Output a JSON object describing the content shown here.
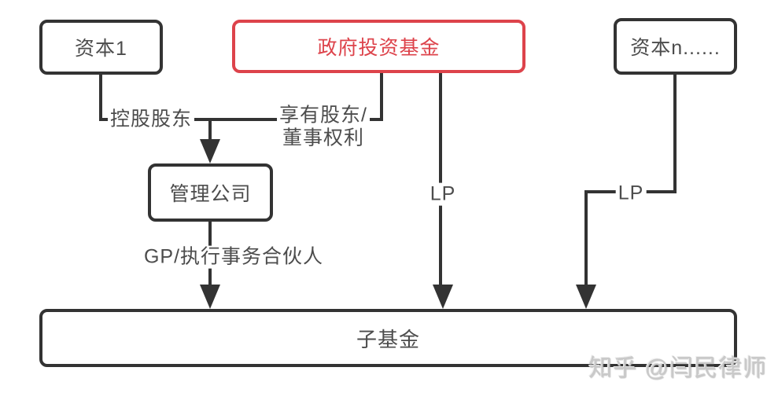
{
  "diagram": {
    "nodes": {
      "capital1": {
        "label": "资本1"
      },
      "gov_fund": {
        "label": "政府投资基金"
      },
      "capital_n": {
        "label": "资本n......"
      },
      "mgmt_co": {
        "label": "管理公司"
      },
      "sub_fund": {
        "label": "子基金"
      }
    },
    "edge_labels": {
      "controlling_shareholder": "控股股东",
      "shareholder_rights_line1": "享有股东/",
      "shareholder_rights_line2": "董事权利",
      "lp_left": "LP",
      "lp_right": "LP",
      "gp": "GP/执行事务合伙人"
    },
    "colors": {
      "stroke": "#333333",
      "accent_red": "#dd434b",
      "text": "#4c4c4c",
      "watermark": "#c9c9c9"
    }
  },
  "watermark": {
    "text": "知乎 @闫民律师"
  }
}
